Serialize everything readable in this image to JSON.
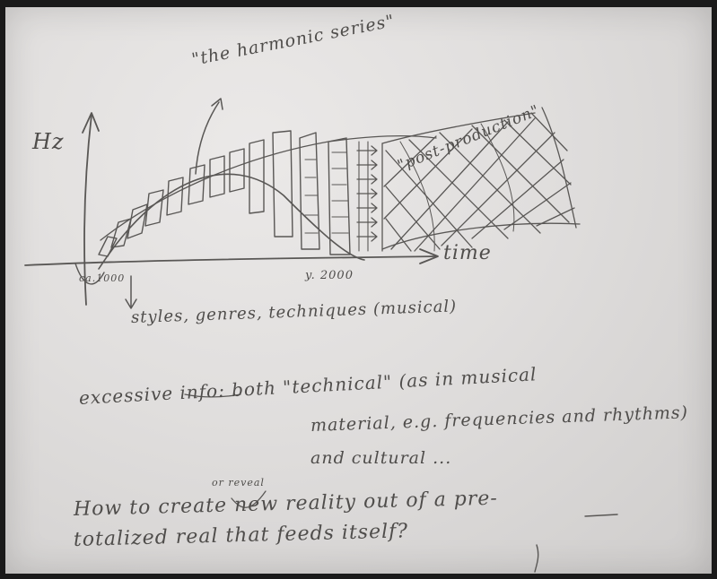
{
  "labels": {
    "harmonic": "\"the harmonic series\"",
    "hz": "Hz",
    "post_production": "\"post-production\"",
    "time": "time",
    "c1000": "ca.1000",
    "y2000": "y. 2000",
    "styles": "styles, genres, techniques (musical)"
  },
  "notes": {
    "excessive_line1": "excessive info: both \"technical\" (as in musical",
    "excessive_line2": "material, e.g. frequencies and rhythms)",
    "excessive_line3": "and cultural ...",
    "or_reveal": "or reveal",
    "question_line1": "How to create new reality out of a pre-",
    "question_line2": "totalized real that feeds itself?"
  },
  "colors": {
    "ink": "#4f4d4b",
    "paper": "#e4e2e1",
    "background": "#1a1a1a"
  }
}
